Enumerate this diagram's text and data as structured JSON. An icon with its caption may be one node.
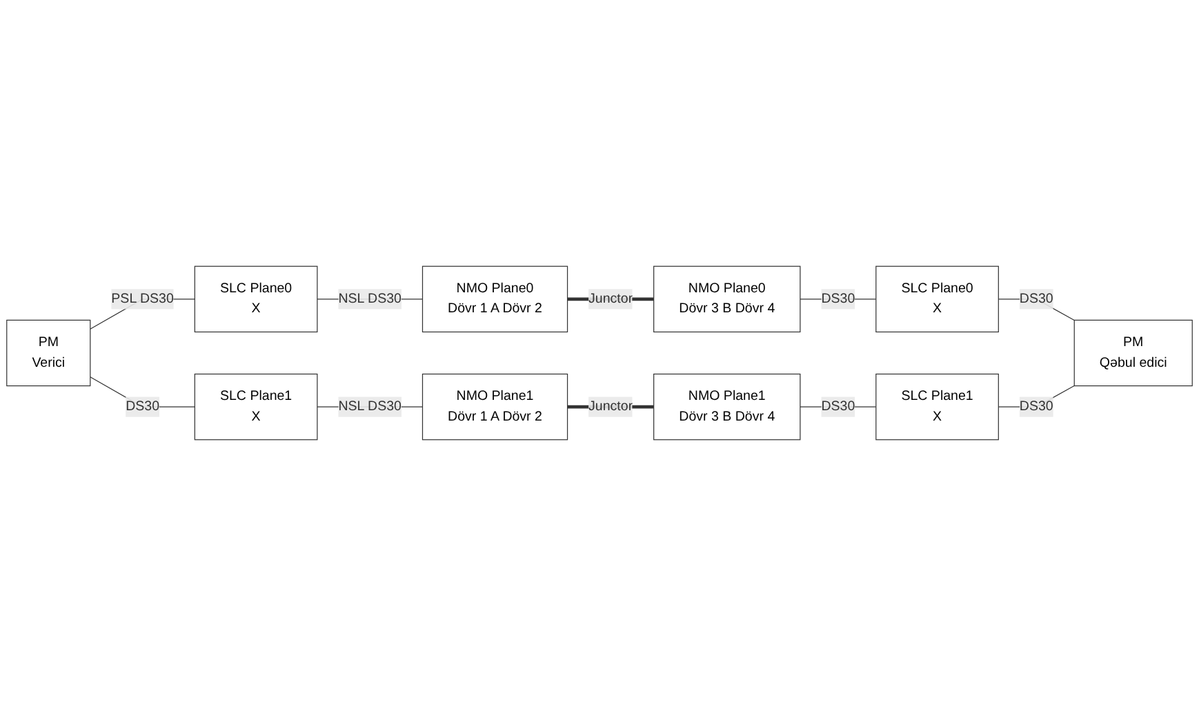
{
  "diagram": {
    "nodes": [
      {
        "text": [
          "PM",
          "Verici"
        ]
      },
      {
        "text": [
          "SLC Plane0",
          "X"
        ]
      },
      {
        "text": [
          "NMO Plane0",
          "Dövr 1 A Dövr 2"
        ]
      },
      {
        "text": [
          "NMO Plane0",
          "Dövr 3 B Dövr 4"
        ]
      },
      {
        "text": [
          "SLC Plane0",
          "X"
        ]
      },
      {
        "text": [
          "PM",
          "Qəbul edici"
        ]
      },
      {
        "text": [
          "SLC Plane1",
          "X"
        ]
      },
      {
        "text": [
          "NMO Plane1",
          "Dövr 1 A Dövr 2"
        ]
      },
      {
        "text": [
          "NMO Plane1",
          "Dövr 3 B Dövr 4"
        ]
      },
      {
        "text": [
          "SLC Plane1",
          "X"
        ]
      }
    ],
    "edges": [
      {
        "from": 0,
        "to": 1,
        "arrow": "none",
        "label": "PSL DS30"
      },
      {
        "from": 0,
        "to": 6,
        "arrow": "none",
        "label": "DS30"
      },
      {
        "from": 1,
        "to": 2,
        "arrow": "none",
        "label": "NSL DS30"
      },
      {
        "from": 2,
        "to": 3,
        "arrow": "none",
        "label": "Junctor",
        "style": "thick"
      },
      {
        "from": 3,
        "to": 4,
        "arrow": "none",
        "label": "DS30"
      },
      {
        "from": 4,
        "to": 5,
        "arrow": "none",
        "label": "DS30"
      },
      {
        "from": 6,
        "to": 7,
        "arrow": "none",
        "label": "NSL DS30"
      },
      {
        "from": 7,
        "to": 8,
        "arrow": "none",
        "label": "Junctor",
        "style": "thick"
      },
      {
        "from": 8,
        "to": 9,
        "arrow": "none",
        "label": "DS30"
      },
      {
        "from": 9,
        "to": 5,
        "arrow": "none",
        "label": "DS30"
      }
    ]
  }
}
